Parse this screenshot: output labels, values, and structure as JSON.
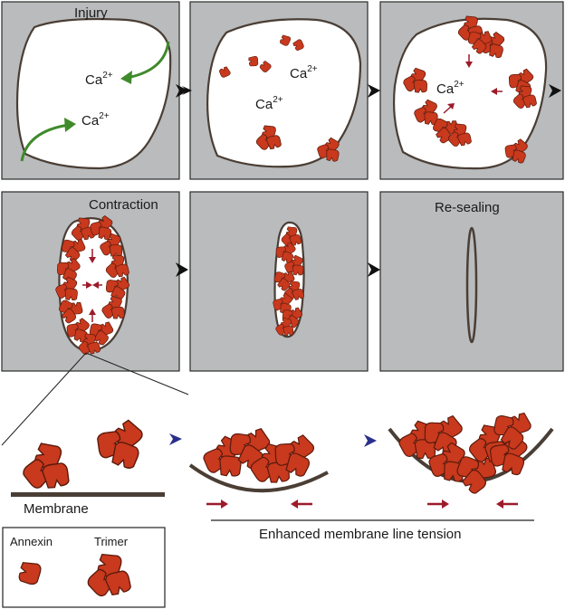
{
  "panels": {
    "injury_label": "Injury",
    "contraction_label": "Contraction",
    "resealing_label": "Re-sealing"
  },
  "ion": {
    "symbol": "Ca",
    "charge": "2+"
  },
  "mechanism": {
    "membrane_label": "Membrane",
    "tension_label": "Enhanced membrane line tension"
  },
  "legend": {
    "annexin_label": "Annexin",
    "trimer_label": "Trimer"
  },
  "colors": {
    "panel_bg": "#b9bbbd",
    "protein": "#c8391d",
    "membrane": "#4a3e35",
    "calcium_arrow": "#3f8a2b",
    "step_arrow": "#111111",
    "blue_arrow": "#2b2f8c",
    "force_arrow": "#9c1b2a"
  }
}
